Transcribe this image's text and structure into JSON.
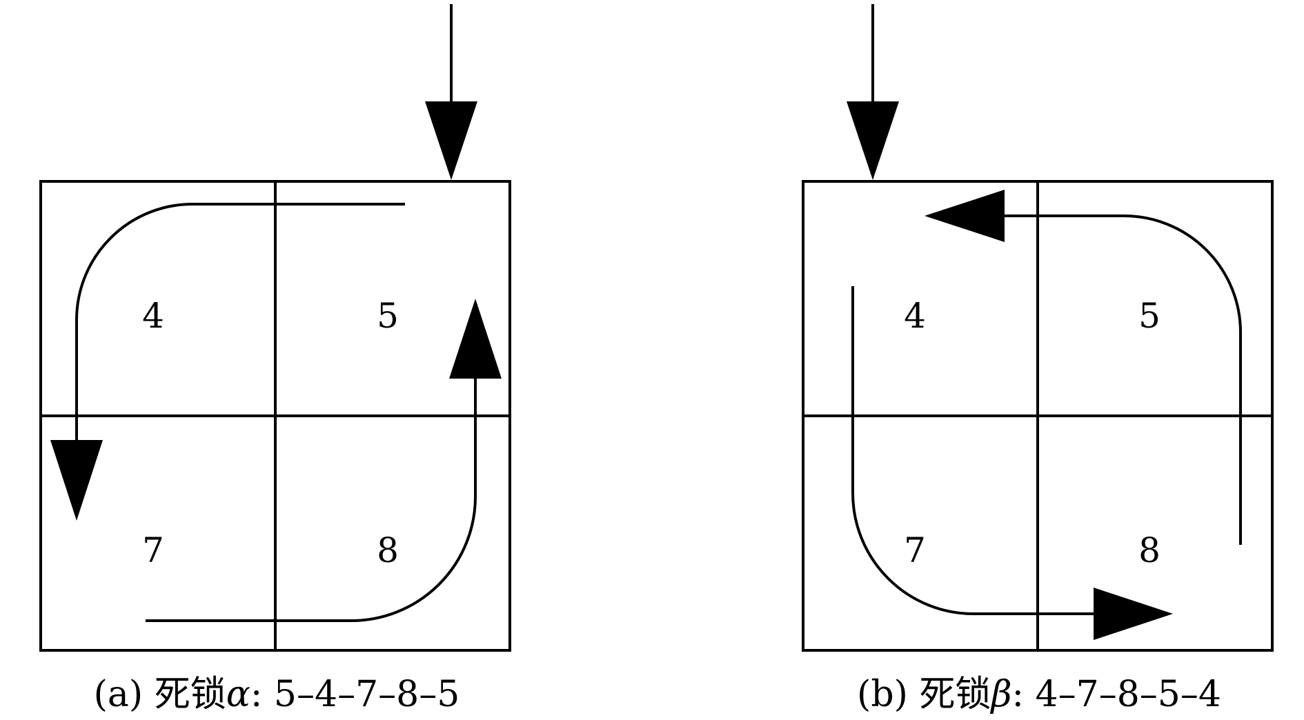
{
  "panel_a": {
    "cells": {
      "top_left": "4",
      "top_right": "5",
      "bottom_left": "7",
      "bottom_right": "8"
    },
    "caption": {
      "prefix": "(a) 死锁",
      "symbol": "α",
      "suffix": ": 5–4–7–8–5"
    }
  },
  "panel_b": {
    "cells": {
      "top_left": "4",
      "top_right": "5",
      "bottom_left": "7",
      "bottom_right": "8"
    },
    "caption": {
      "prefix": "(b) 死锁",
      "symbol": "β",
      "suffix": ": 4–7–8–5–4"
    }
  }
}
